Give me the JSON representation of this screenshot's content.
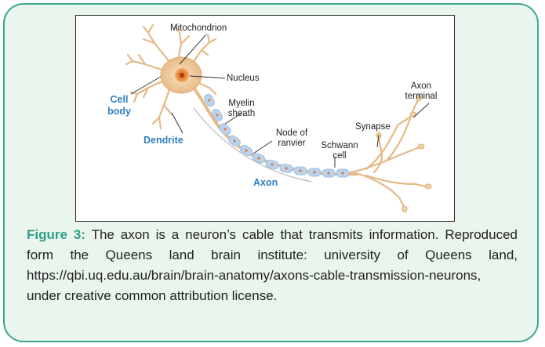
{
  "figure": {
    "labels": {
      "mitochondrion": "Mitochondrion",
      "nucleus": "Nucleus",
      "cell_body": "Cell body",
      "dendrite": "Dendrite",
      "myelin_sheath": "Myelin sheath",
      "node_of_ranvier": "Node of ranvier",
      "axon": "Axon",
      "schwann_cell": "Schwann cell",
      "synapse": "Synapse",
      "axon_terminal": "Axon terminal"
    }
  },
  "caption": {
    "figure_label": "Figure 3:",
    "text": " The axon is a neuron’s cable that transmits information. Reproduced form the Queens land brain institute: university of Queens land, https://qbi.uq.edu.au/brain/brain-anatomy/axons-cable-transmission-neurons, under creative common attribution license."
  },
  "colors": {
    "border": "#3aa88a",
    "background": "#eaf5ed",
    "figure_label": "#2f9d86",
    "label_blue": "#2f7fc1",
    "myelin": "#b9d3ef",
    "cell": "#f2d2a6"
  }
}
